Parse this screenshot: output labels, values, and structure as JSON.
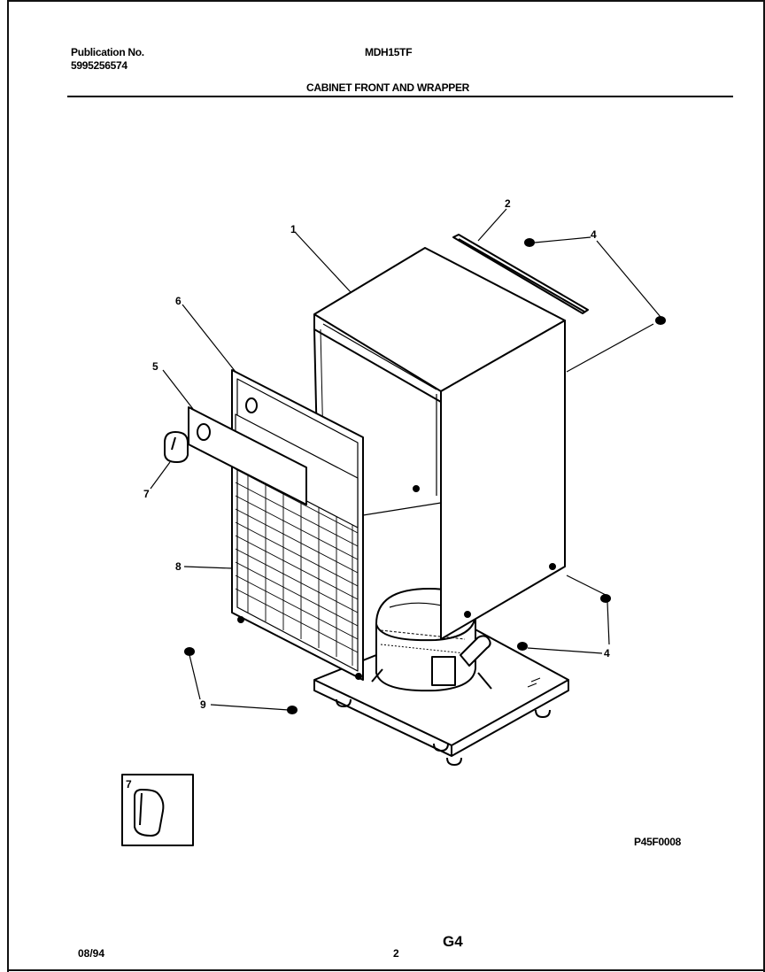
{
  "header": {
    "publication_label": "Publication No.",
    "publication_number": "5995256574",
    "model": "MDH15TF",
    "section_title": "CABINET FRONT AND WRAPPER"
  },
  "callouts": {
    "c1": "1",
    "c2": "2",
    "c4a": "4",
    "c4b": "4",
    "c5": "5",
    "c6": "6",
    "c7": "7",
    "c8": "8",
    "c9": "9",
    "inset7": "7"
  },
  "footer": {
    "reference_code": "P45F0008",
    "date": "08/94",
    "page_number": "2",
    "section_code": "G4"
  }
}
